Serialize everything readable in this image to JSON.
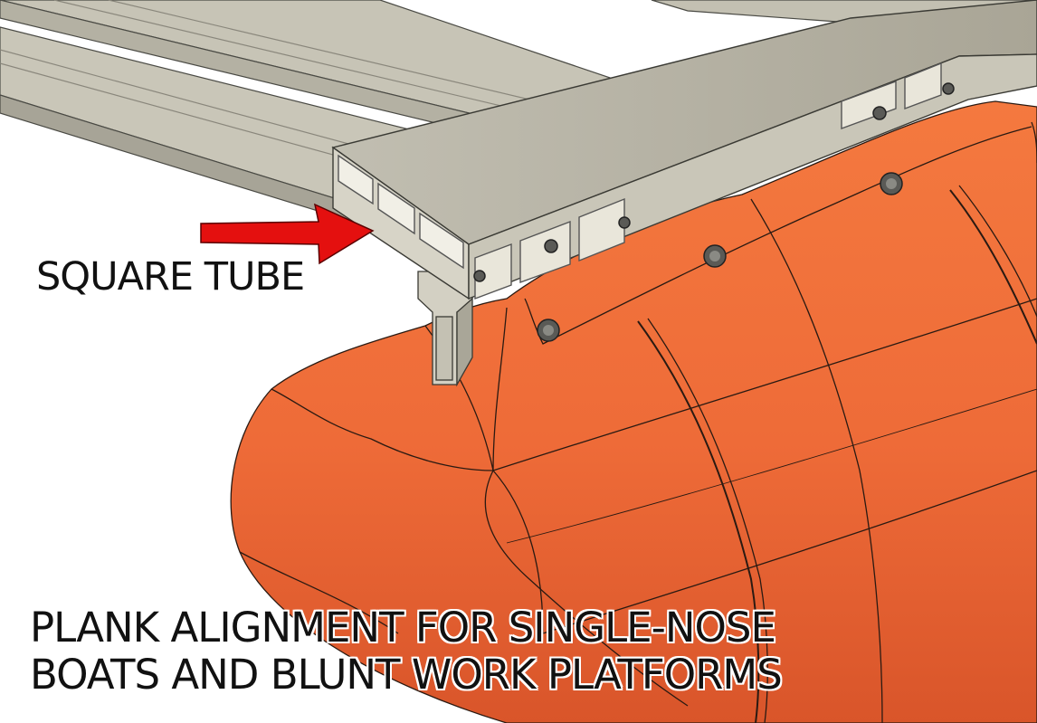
{
  "callout": {
    "text": "SQUARE TUBE"
  },
  "caption": {
    "line1": "PLANK ALIGNMENT FOR SINGLE-NOSE",
    "line2": "BOATS AND BLUNT WORK PLATFORMS"
  },
  "colors": {
    "pontoon": "#ef6a3a",
    "pontoon_shadow": "#d9552a",
    "aluminum_top": "#b9b5a6",
    "aluminum_side": "#c9c6b8",
    "aluminum_dark": "#8f8c80",
    "arrow": "#e4100f",
    "background": "#ffffff"
  },
  "icons": [
    "red-arrow-icon",
    "bolt-icon"
  ]
}
